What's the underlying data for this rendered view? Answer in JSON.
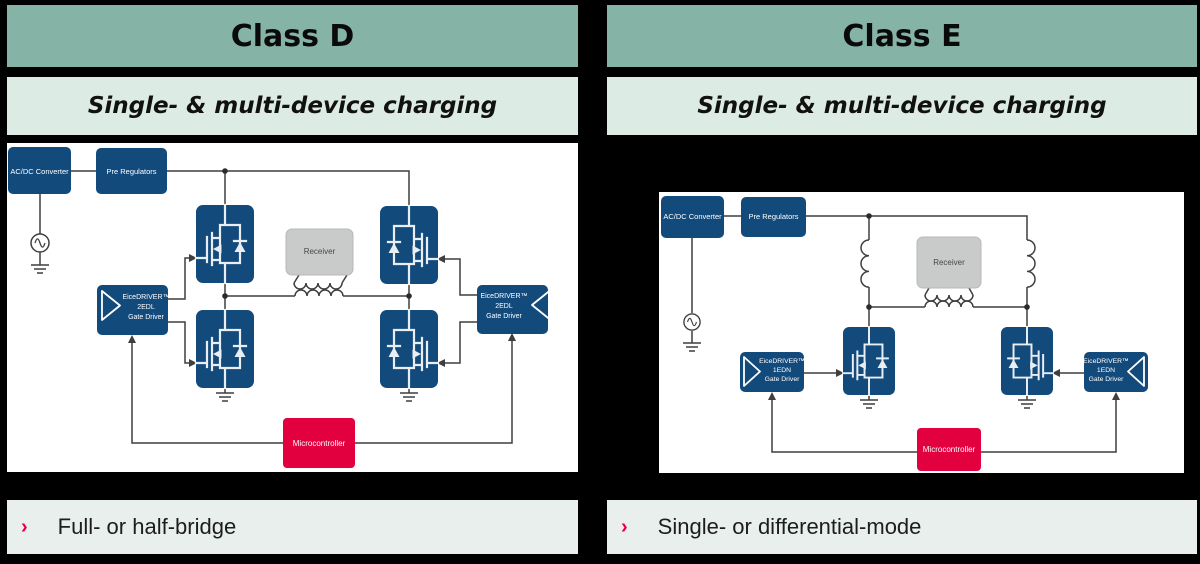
{
  "panels": {
    "left": {
      "title": "Class D",
      "subtitle": "Single- & multi-device charging",
      "bullet_marker": "›",
      "bullet": "Full- or half-bridge",
      "diagram": {
        "acdc_label": "AC/DC Converter",
        "prereg_label": "Pre Regulators",
        "receiver_label": "Receiver",
        "driver_name": "EiceDRIVER™",
        "driver_part": "2EDL",
        "driver_role": "Gate Driver",
        "micro_label": "Microcontroller"
      }
    },
    "right": {
      "title": "Class E",
      "subtitle": "Single- & multi-device charging",
      "bullet_marker": "›",
      "bullet": "Single- or differential-mode",
      "diagram": {
        "acdc_label": "AC/DC Converter",
        "prereg_label": "Pre Regulators",
        "receiver_label": "Receiver",
        "driver_name": "EiceDRIVER™",
        "driver_part": "1EDN",
        "driver_role": "Gate Driver",
        "micro_label": "Microcontroller"
      }
    }
  },
  "colors": {
    "header_bg": "#85b4a6",
    "subtitle_bg": "#dcebe4",
    "bullet_bg": "#e9efec",
    "block_blue": "#134a7c",
    "block_red": "#e2003f",
    "block_grey": "#c9cbca",
    "accent_red": "#e2003f",
    "wire": "#3f3f3f",
    "background": "#000000"
  }
}
